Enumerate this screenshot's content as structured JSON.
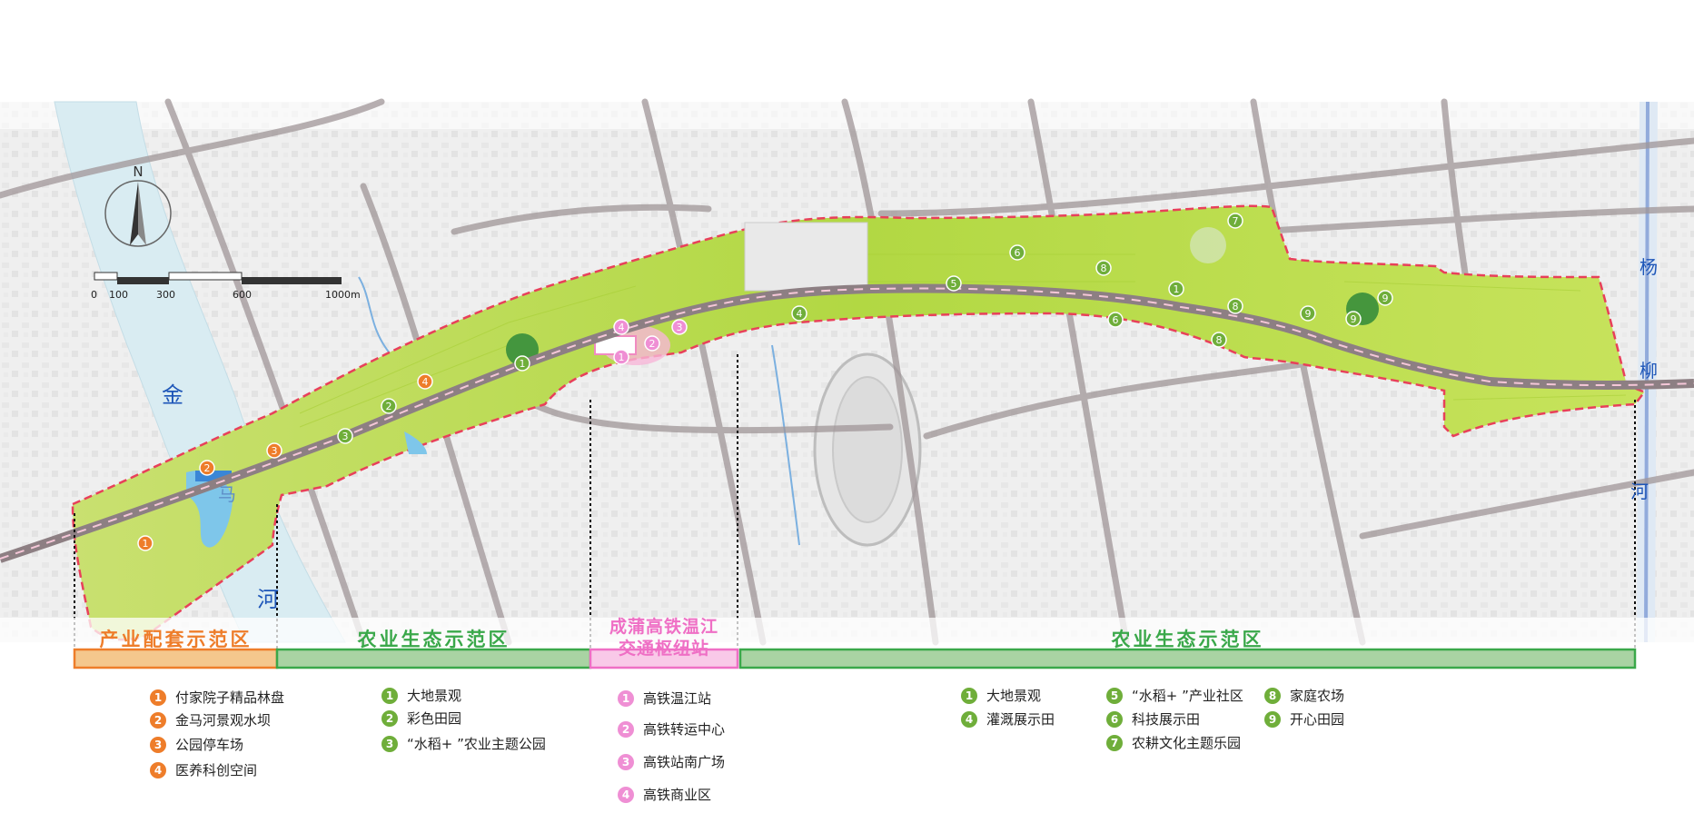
{
  "compass": {
    "north_label": "N"
  },
  "scale_bar": {
    "labels": [
      "0",
      "100",
      "300",
      "600",
      "1000m"
    ]
  },
  "rivers": {
    "jinma_left": "金",
    "jinma_right": "河",
    "jinma_mid": "马",
    "yangliu": [
      "杨",
      "柳",
      "河"
    ]
  },
  "zones": [
    {
      "title": "产业配套示范区",
      "color": "#ee7d2a"
    },
    {
      "title": "农业生态示范区",
      "color": "#3aa84a"
    },
    {
      "title": "成蒲高铁温江",
      "title2": "交通枢纽站",
      "color": "#ef6fc5"
    },
    {
      "title": "农业生态示范区",
      "color": "#3aa84a"
    }
  ],
  "legends": {
    "industry": [
      {
        "num": "1",
        "label": "付家院子精品林盘"
      },
      {
        "num": "2",
        "label": "金马河景观水坝"
      },
      {
        "num": "3",
        "label": "公园停车场"
      },
      {
        "num": "4",
        "label": "医养科创空间"
      }
    ],
    "agri_left": [
      {
        "num": "1",
        "label": "大地景观"
      },
      {
        "num": "2",
        "label": "彩色田园"
      },
      {
        "num": "3",
        "label": "“水稻+ ”农业主题公园"
      }
    ],
    "station": [
      {
        "num": "1",
        "label": "高铁温江站"
      },
      {
        "num": "2",
        "label": "高铁转运中心"
      },
      {
        "num": "3",
        "label": "高铁站南广场"
      },
      {
        "num": "4",
        "label": "高铁商业区"
      }
    ],
    "agri_right_col1": [
      {
        "num": "1",
        "label": "大地景观"
      },
      {
        "num": "4",
        "label": "灌溉展示田"
      }
    ],
    "agri_right_col2": [
      {
        "num": "5",
        "label": "“水稻+ ”产业社区"
      },
      {
        "num": "6",
        "label": "科技展示田"
      },
      {
        "num": "7",
        "label": "农耕文化主题乐园"
      }
    ],
    "agri_right_col3": [
      {
        "num": "8",
        "label": "家庭农场"
      },
      {
        "num": "9",
        "label": "开心田园"
      }
    ]
  },
  "markers": {
    "orange": [
      "1",
      "2",
      "3",
      "4"
    ],
    "pink": [
      "1",
      "2",
      "3",
      "4"
    ],
    "green_left": [
      "1",
      "2",
      "3"
    ],
    "green_right": [
      "4",
      "5",
      "6",
      "6",
      "7",
      "8",
      "8",
      "8",
      "1",
      "9",
      "9",
      "9"
    ]
  },
  "colors": {
    "orange": "#ee7d2a",
    "green": "#3aa84a",
    "pink": "#ef6fc5",
    "field": "#b7d94a",
    "river": "#cfe6f0",
    "road": "#8c8285"
  }
}
